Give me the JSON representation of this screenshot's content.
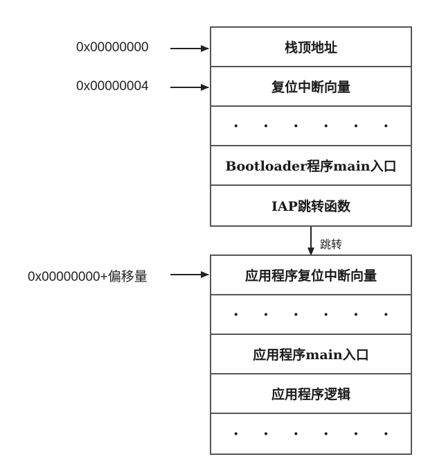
{
  "top_stack": {
    "cells": [
      "栈顶地址",
      "复位中断向量",
      "· · · · · ·",
      "Bootloader程序main入口",
      "IAP跳转函数"
    ]
  },
  "bottom_stack": {
    "cells": [
      "应用程序复位中断向量",
      "· · · · · ·",
      "应用程序main入口",
      "应用程序逻辑",
      "· · · · · ·"
    ]
  },
  "addresses": {
    "addr_0": "0x00000000",
    "addr_4": "0x00000004",
    "addr_offset": "0x00000000+偏移量"
  },
  "jump_label": "跳转"
}
